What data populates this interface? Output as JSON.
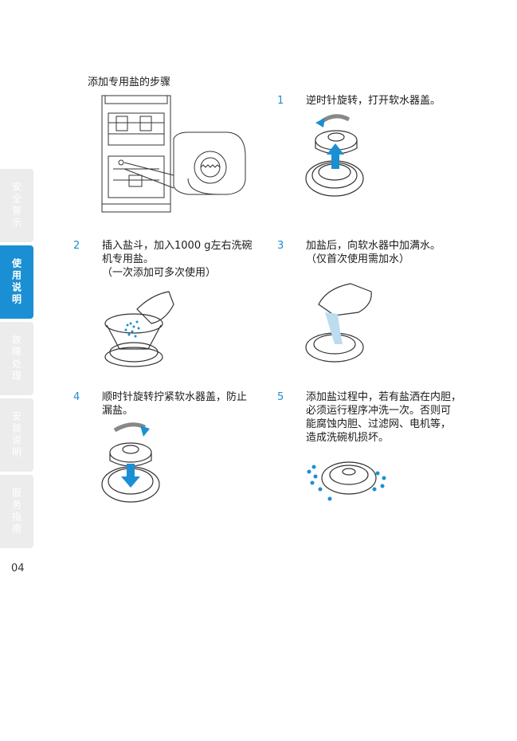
{
  "sidebar": {
    "tabs": [
      {
        "label": "安全警示",
        "active": false
      },
      {
        "label": "使用说明",
        "active": true
      },
      {
        "label": "故障处理",
        "active": false
      },
      {
        "label": "安装说明",
        "active": false
      },
      {
        "label": "服务指南",
        "active": false
      }
    ]
  },
  "page_number": "04",
  "section_title": "添加专用盐的步骤",
  "steps": [
    {
      "num": "1",
      "lines": [
        "逆时针旋转，打开软水器盖。"
      ]
    },
    {
      "num": "2",
      "lines": [
        "插入盐斗，加入1000 g左右洗碗",
        "机专用盐。",
        "（一次添加可多次使用）"
      ]
    },
    {
      "num": "3",
      "lines": [
        "加盐后，向软水器中加满水。",
        "（仅首次使用需加水）"
      ]
    },
    {
      "num": "4",
      "lines": [
        "顺时针旋转拧紧软水器盖，防止",
        "漏盐。"
      ]
    },
    {
      "num": "5",
      "lines": [
        "添加盐过程中，若有盐洒在内胆，",
        "必须运行程序冲洗一次。否则可",
        "能腐蚀内胆、过滤网、电机等，",
        "造成洗碗机损坏。"
      ]
    }
  ],
  "colors": {
    "accent": "#1b8fd3",
    "tab_inactive": "#ececec"
  }
}
